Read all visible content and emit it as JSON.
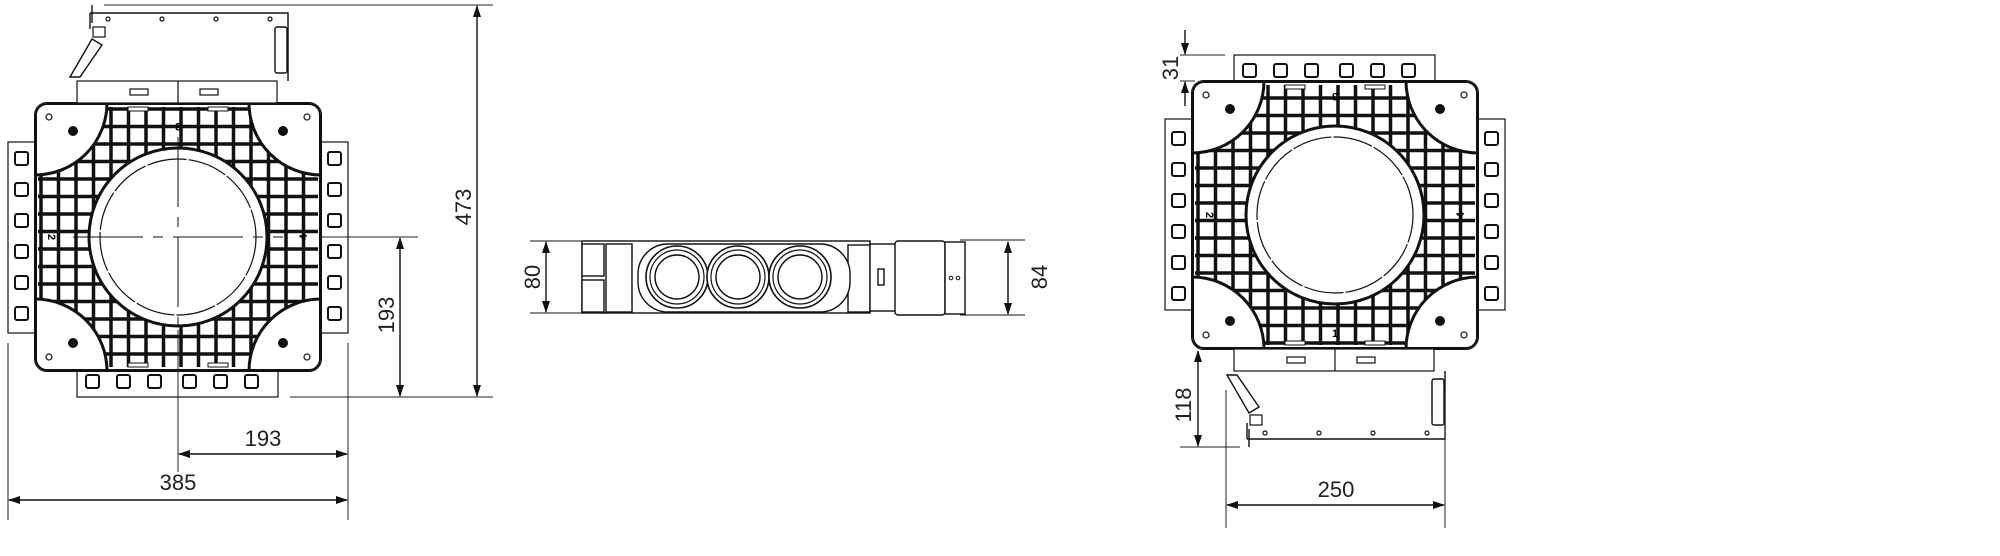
{
  "drawing": {
    "left_view": {
      "total_height": "473",
      "center_height": "193",
      "center_width": "193",
      "total_width": "385",
      "plate_numbers": [
        "3",
        "2",
        "4"
      ]
    },
    "side_view": {
      "height_left": "80",
      "height_right": "84"
    },
    "right_view": {
      "flange_height": "31",
      "bracket_offset": "118",
      "bracket_width": "250",
      "plate_numbers": [
        "3",
        "2",
        "4",
        "1"
      ]
    },
    "line_color": "#111111"
  }
}
